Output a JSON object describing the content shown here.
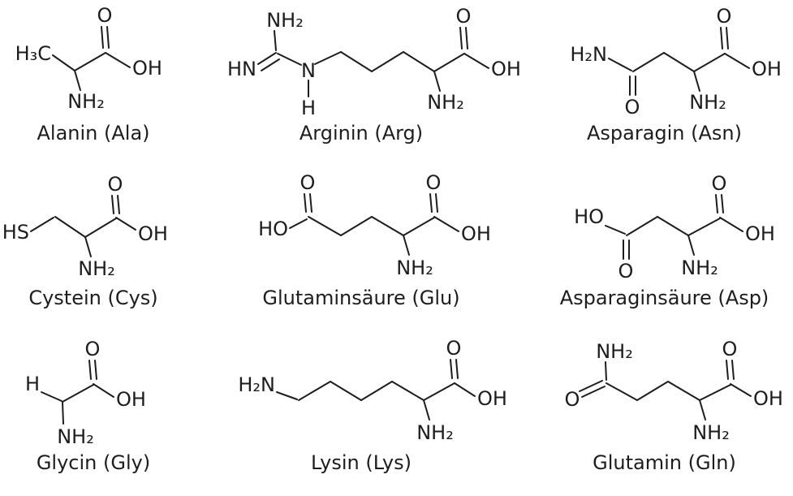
{
  "page": {
    "background": "#ffffff",
    "ink": "#1d1d1d",
    "description_language": "de"
  },
  "molecules": [
    {
      "id": "alanine",
      "name": "Alanin (Ala)",
      "atoms": {
        "methyl": "H₃C",
        "carbonyl_o": "O",
        "hydroxyl": "OH",
        "alpha_amine": "NH₂"
      }
    },
    {
      "id": "arginine",
      "name": "Arginin (Arg)",
      "atoms": {
        "guanidine_amine": "NH₂",
        "imine": "HN",
        "delta_n": "N",
        "delta_h": "H",
        "carbonyl_o": "O",
        "hydroxyl": "OH",
        "alpha_amine": "NH₂"
      }
    },
    {
      "id": "asparagine",
      "name": "Asparagin (Asn)",
      "atoms": {
        "amide_amine": "H₂N",
        "amide_o": "O",
        "carbonyl_o": "O",
        "hydroxyl": "OH",
        "alpha_amine": "NH₂"
      }
    },
    {
      "id": "cysteine",
      "name": "Cystein (Cys)",
      "atoms": {
        "thiol": "HS",
        "carbonyl_o": "O",
        "hydroxyl": "OH",
        "alpha_amine": "NH₂"
      }
    },
    {
      "id": "glutamic-acid",
      "name": "Glutaminsäure (Glu)",
      "atoms": {
        "side_hydroxyl": "HO",
        "side_o": "O",
        "carbonyl_o": "O",
        "hydroxyl": "OH",
        "alpha_amine": "NH₂"
      }
    },
    {
      "id": "aspartic-acid",
      "name": "Asparaginsäure (Asp)",
      "atoms": {
        "side_hydroxyl": "HO",
        "side_o": "O",
        "carbonyl_o": "O",
        "hydroxyl": "OH",
        "alpha_amine": "NH₂"
      }
    },
    {
      "id": "glycine",
      "name": "Glycin (Gly)",
      "atoms": {
        "alpha_h": "H",
        "carbonyl_o": "O",
        "hydroxyl": "OH",
        "alpha_amine": "NH₂"
      }
    },
    {
      "id": "lysine",
      "name": "Lysin (Lys)",
      "atoms": {
        "side_amine": "H₂N",
        "carbonyl_o": "O",
        "hydroxyl": "OH",
        "alpha_amine": "NH₂"
      }
    },
    {
      "id": "glutamine",
      "name": "Glutamin (Gln)",
      "atoms": {
        "amide_amine": "NH₂",
        "amide_o": "O",
        "carbonyl_o": "O",
        "hydroxyl": "OH",
        "alpha_amine": "NH₂"
      }
    }
  ]
}
